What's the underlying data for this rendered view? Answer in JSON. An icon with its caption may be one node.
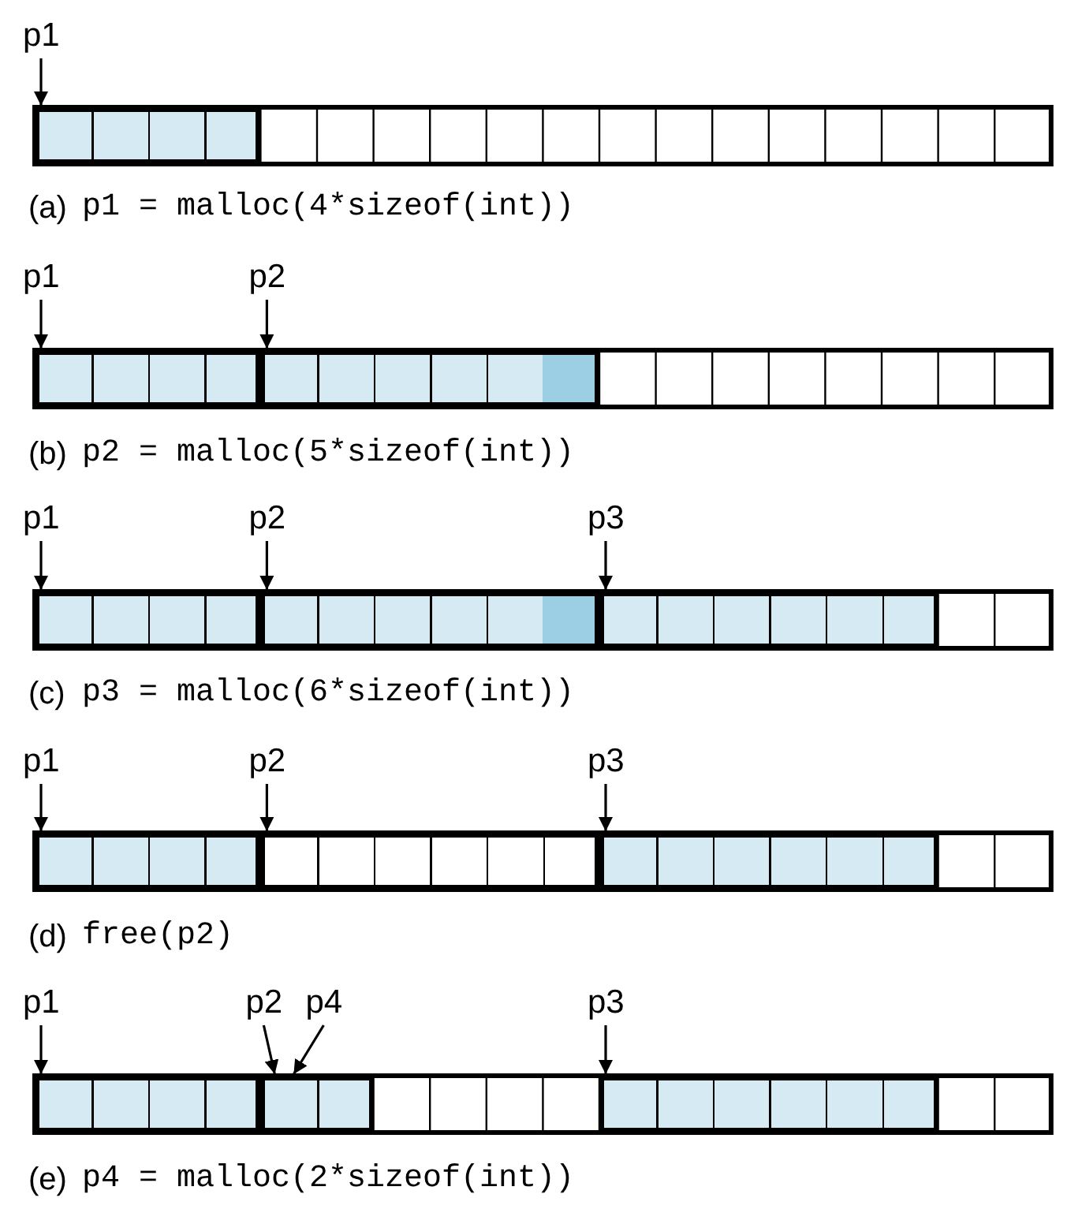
{
  "diagram": {
    "nodes": [
      {
        "text": [
          "p1"
        ]
      },
      {
        "text": [],
        "shape": "box"
      },
      {
        "text": [
          "p1"
        ]
      },
      {
        "text": [
          "p2"
        ]
      },
      {
        "text": [],
        "shape": "box"
      },
      {
        "text": [],
        "shape": "box"
      },
      {
        "text": [
          "p1"
        ]
      },
      {
        "text": [
          "p2"
        ]
      },
      {
        "text": [
          "p3"
        ]
      },
      {
        "text": [],
        "shape": "box"
      },
      {
        "text": [],
        "shape": "box"
      },
      {
        "text": [],
        "shape": "box"
      },
      {
        "text": [
          "p1"
        ]
      },
      {
        "text": [
          "p2"
        ]
      },
      {
        "text": [
          "p3"
        ]
      },
      {
        "text": [],
        "shape": "box"
      },
      {
        "text": [],
        "shape": "box"
      },
      {
        "text": [],
        "shape": "box"
      },
      {
        "text": [
          "p1"
        ]
      },
      {
        "text": [
          "p2"
        ]
      },
      {
        "text": [
          "p4"
        ]
      },
      {
        "text": [
          "p3"
        ]
      },
      {
        "text": [],
        "shape": "box"
      },
      {
        "text": [],
        "shape": "box"
      },
      {
        "text": [],
        "shape": "box"
      }
    ],
    "edges": [
      {
        "from": 0,
        "to": 1,
        "arrow": "to"
      },
      {
        "from": 2,
        "to": 4,
        "arrow": "to"
      },
      {
        "from": 3,
        "to": 5,
        "arrow": "to"
      },
      {
        "from": 6,
        "to": 9,
        "arrow": "to"
      },
      {
        "from": 7,
        "to": 10,
        "arrow": "to"
      },
      {
        "from": 8,
        "to": 11,
        "arrow": "to"
      },
      {
        "from": 12,
        "to": 15,
        "arrow": "to"
      },
      {
        "from": 13,
        "to": 16,
        "arrow": "to"
      },
      {
        "from": 14,
        "to": 17,
        "arrow": "to"
      },
      {
        "from": 18,
        "to": 22,
        "arrow": "to"
      },
      {
        "from": 19,
        "to": 23,
        "arrow": "to"
      },
      {
        "from": 20,
        "to": 23,
        "arrow": "to"
      },
      {
        "from": 21,
        "to": 24,
        "arrow": "to"
      }
    ],
    "labels": [
      "(a)",
      "p1 = malloc(4*sizeof(int))",
      "(b)",
      "p2 = malloc(5*sizeof(int))",
      "(c)",
      "p3 = malloc(6*sizeof(int))",
      "(d)",
      "free(p2)",
      "(e)",
      "p4 = malloc(2*sizeof(int))"
    ]
  }
}
